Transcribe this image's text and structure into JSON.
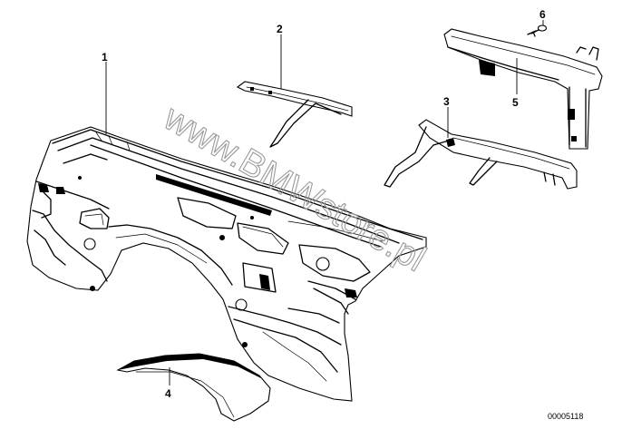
{
  "diagram": {
    "watermark": "www.BMWstore.pl",
    "drawing_code": "00005118",
    "callouts": [
      {
        "id": "1",
        "label": "1"
      },
      {
        "id": "2",
        "label": "2"
      },
      {
        "id": "3",
        "label": "3"
      },
      {
        "id": "4",
        "label": "4"
      },
      {
        "id": "5",
        "label": "5"
      },
      {
        "id": "6",
        "label": "6"
      }
    ]
  }
}
